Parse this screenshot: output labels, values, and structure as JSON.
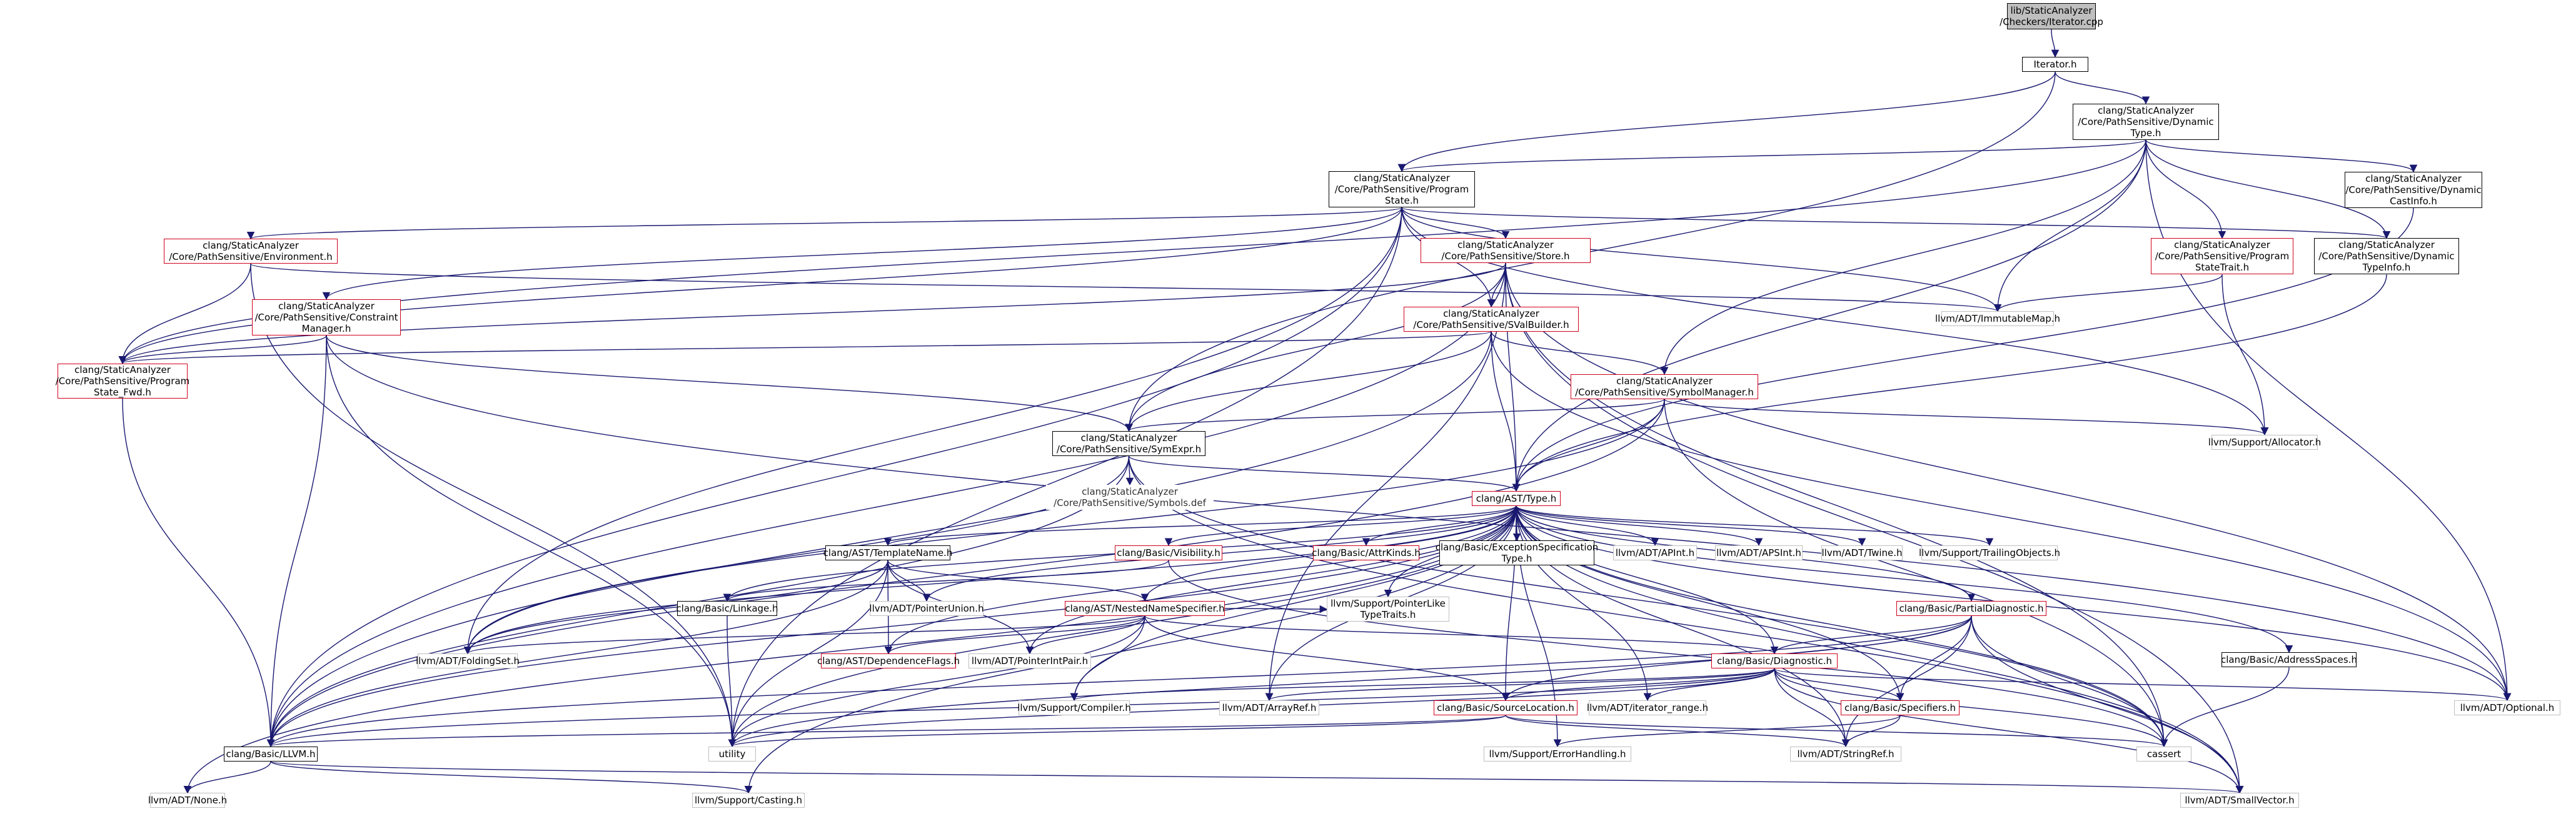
{
  "diagram": {
    "type": "include-dependency-graph",
    "colors": {
      "edge": "#191970",
      "node_border": "#000000",
      "incomplete_border": "#d0021b",
      "root_fill": "#bfbfbf",
      "plain_text": "#555555"
    },
    "nodes": [
      {
        "id": "root",
        "label": "lib/StaticAnalyzer\n/Checkers/Iterator.cpp",
        "style": "root"
      },
      {
        "id": "iterator",
        "label": "Iterator.h",
        "style": "black"
      },
      {
        "id": "dyntype",
        "label": "clang/StaticAnalyzer\n/Core/PathSensitive/Dynamic\nType.h",
        "style": "black"
      },
      {
        "id": "progstate",
        "label": "clang/StaticAnalyzer\n/Core/PathSensitive/Program\nState.h",
        "style": "black"
      },
      {
        "id": "dyncast",
        "label": "clang/StaticAnalyzer\n/Core/PathSensitive/Dynamic\nCastInfo.h",
        "style": "black"
      },
      {
        "id": "environment",
        "label": "clang/StaticAnalyzer\n/Core/PathSensitive/Environment.h",
        "style": "red"
      },
      {
        "id": "store",
        "label": "clang/StaticAnalyzer\n/Core/PathSensitive/Store.h",
        "style": "red"
      },
      {
        "id": "pstrait",
        "label": "clang/StaticAnalyzer\n/Core/PathSensitive/Program\nStateTrait.h",
        "style": "red"
      },
      {
        "id": "dyntypeinfo",
        "label": "clang/StaticAnalyzer\n/Core/PathSensitive/Dynamic\nTypeInfo.h",
        "style": "black"
      },
      {
        "id": "constraint",
        "label": "clang/StaticAnalyzer\n/Core/PathSensitive/Constraint\nManager.h",
        "style": "red"
      },
      {
        "id": "immutablemap",
        "label": "llvm/ADT/ImmutableMap.h",
        "style": "gray"
      },
      {
        "id": "svalbuilder",
        "label": "clang/StaticAnalyzer\n/Core/PathSensitive/SValBuilder.h",
        "style": "red"
      },
      {
        "id": "psfwd",
        "label": "clang/StaticAnalyzer\n/Core/PathSensitive/Program\nState_Fwd.h",
        "style": "red"
      },
      {
        "id": "symbolmgr",
        "label": "clang/StaticAnalyzer\n/Core/PathSensitive/SymbolManager.h",
        "style": "red"
      },
      {
        "id": "symexpr",
        "label": "clang/StaticAnalyzer\n/Core/PathSensitive/SymExpr.h",
        "style": "black"
      },
      {
        "id": "allocator",
        "label": "llvm/Support/Allocator.h",
        "style": "gray"
      },
      {
        "id": "symbolsdef",
        "label": "clang/StaticAnalyzer\n/Core/PathSensitive/Symbols.def",
        "style": "plain"
      },
      {
        "id": "asttype",
        "label": "clang/AST/Type.h",
        "style": "red"
      },
      {
        "id": "templatename",
        "label": "clang/AST/TemplateName.h",
        "style": "black"
      },
      {
        "id": "visibility",
        "label": "clang/Basic/Visibility.h",
        "style": "red"
      },
      {
        "id": "attrkinds",
        "label": "clang/Basic/AttrKinds.h",
        "style": "red"
      },
      {
        "id": "exspec",
        "label": "clang/Basic/ExceptionSpecification\nType.h",
        "style": "black"
      },
      {
        "id": "apint",
        "label": "llvm/ADT/APInt.h",
        "style": "gray"
      },
      {
        "id": "apsint",
        "label": "llvm/ADT/APSInt.h",
        "style": "gray"
      },
      {
        "id": "twine",
        "label": "llvm/ADT/Twine.h",
        "style": "gray"
      },
      {
        "id": "trailing",
        "label": "llvm/Support/TrailingObjects.h",
        "style": "gray"
      },
      {
        "id": "pointerunion",
        "label": "llvm/ADT/PointerUnion.h",
        "style": "gray"
      },
      {
        "id": "linkage",
        "label": "clang/Basic/Linkage.h",
        "style": "black"
      },
      {
        "id": "pointerlike",
        "label": "llvm/Support/PointerLike\nTypeTraits.h",
        "style": "gray"
      },
      {
        "id": "nns",
        "label": "clang/AST/NestedNameSpecifier.h",
        "style": "red"
      },
      {
        "id": "partialdiag",
        "label": "clang/Basic/PartialDiagnostic.h",
        "style": "red"
      },
      {
        "id": "addrspaces",
        "label": "clang/Basic/AddressSpaces.h",
        "style": "black"
      },
      {
        "id": "foldingset",
        "label": "llvm/ADT/FoldingSet.h",
        "style": "gray"
      },
      {
        "id": "depflags",
        "label": "clang/AST/DependenceFlags.h",
        "style": "red"
      },
      {
        "id": "pointerintpair",
        "label": "llvm/ADT/PointerIntPair.h",
        "style": "gray"
      },
      {
        "id": "diagnostic",
        "label": "clang/Basic/Diagnostic.h",
        "style": "red"
      },
      {
        "id": "compiler",
        "label": "llvm/Support/Compiler.h",
        "style": "gray"
      },
      {
        "id": "arrayref",
        "label": "llvm/ADT/ArrayRef.h",
        "style": "gray"
      },
      {
        "id": "iterrange",
        "label": "llvm/ADT/iterator_range.h",
        "style": "gray"
      },
      {
        "id": "optional",
        "label": "llvm/ADT/Optional.h",
        "style": "gray"
      },
      {
        "id": "sourceloc",
        "label": "clang/Basic/SourceLocation.h",
        "style": "red"
      },
      {
        "id": "specifiers",
        "label": "clang/Basic/Specifiers.h",
        "style": "red"
      },
      {
        "id": "llvmh",
        "label": "clang/Basic/LLVM.h",
        "style": "black"
      },
      {
        "id": "utility",
        "label": "utility",
        "style": "gray"
      },
      {
        "id": "cassert",
        "label": "cassert",
        "style": "gray"
      },
      {
        "id": "errorhandling",
        "label": "llvm/Support/ErrorHandling.h",
        "style": "gray"
      },
      {
        "id": "stringref",
        "label": "llvm/ADT/StringRef.h",
        "style": "gray"
      },
      {
        "id": "nonehdr",
        "label": "llvm/ADT/None.h",
        "style": "gray"
      },
      {
        "id": "casting",
        "label": "llvm/Support/Casting.h",
        "style": "gray"
      },
      {
        "id": "smallvector",
        "label": "llvm/ADT/SmallVector.h",
        "style": "gray"
      }
    ],
    "edges": [
      [
        "root",
        "iterator"
      ],
      [
        "iterator",
        "dyntype"
      ],
      [
        "iterator",
        "progstate"
      ],
      [
        "iterator",
        "symexpr"
      ],
      [
        "dyntype",
        "progstate"
      ],
      [
        "dyntype",
        "dyncast"
      ],
      [
        "dyntype",
        "pstrait"
      ],
      [
        "dyntype",
        "dyntypeinfo"
      ],
      [
        "dyntype",
        "immutablemap"
      ],
      [
        "dyntype",
        "symbolmgr"
      ],
      [
        "dyntype",
        "psfwd"
      ],
      [
        "dyntype",
        "asttype"
      ],
      [
        "dyntype",
        "optional"
      ],
      [
        "progstate",
        "environment"
      ],
      [
        "progstate",
        "store"
      ],
      [
        "progstate",
        "constraint"
      ],
      [
        "progstate",
        "psfwd"
      ],
      [
        "progstate",
        "immutablemap"
      ],
      [
        "progstate",
        "dyntypeinfo"
      ],
      [
        "progstate",
        "svalbuilder"
      ],
      [
        "progstate",
        "llvmh"
      ],
      [
        "progstate",
        "utility"
      ],
      [
        "progstate",
        "foldingset"
      ],
      [
        "progstate",
        "allocator"
      ],
      [
        "dyncast",
        "asttype"
      ],
      [
        "dyntypeinfo",
        "asttype"
      ],
      [
        "pstrait",
        "immutablemap"
      ],
      [
        "pstrait",
        "allocator"
      ],
      [
        "environment",
        "psfwd"
      ],
      [
        "environment",
        "immutablemap"
      ],
      [
        "environment",
        "utility"
      ],
      [
        "store",
        "svalbuilder"
      ],
      [
        "store",
        "symexpr"
      ],
      [
        "store",
        "psfwd"
      ],
      [
        "store",
        "asttype"
      ],
      [
        "store",
        "llvmh"
      ],
      [
        "store",
        "optional"
      ],
      [
        "store",
        "cassert"
      ],
      [
        "store",
        "arrayref"
      ],
      [
        "store",
        "smallvector"
      ],
      [
        "constraint",
        "psfwd"
      ],
      [
        "constraint",
        "symexpr"
      ],
      [
        "constraint",
        "llvmh"
      ],
      [
        "constraint",
        "utility"
      ],
      [
        "constraint",
        "optional"
      ],
      [
        "svalbuilder",
        "symbolmgr"
      ],
      [
        "svalbuilder",
        "symexpr"
      ],
      [
        "svalbuilder",
        "asttype"
      ],
      [
        "svalbuilder",
        "psfwd"
      ],
      [
        "svalbuilder",
        "llvmh"
      ],
      [
        "svalbuilder",
        "optional"
      ],
      [
        "psfwd",
        "llvmh"
      ],
      [
        "symbolmgr",
        "symexpr"
      ],
      [
        "symbolmgr",
        "asttype"
      ],
      [
        "symbolmgr",
        "allocator"
      ],
      [
        "symbolmgr",
        "foldingset"
      ],
      [
        "symbolmgr",
        "llvmh"
      ],
      [
        "symbolmgr",
        "cassert"
      ],
      [
        "symexpr",
        "symbolsdef"
      ],
      [
        "symexpr",
        "asttype"
      ],
      [
        "symexpr",
        "llvmh"
      ],
      [
        "symexpr",
        "foldingset"
      ],
      [
        "symexpr",
        "smallvector"
      ],
      [
        "symexpr",
        "cassert"
      ],
      [
        "asttype",
        "templatename"
      ],
      [
        "asttype",
        "visibility"
      ],
      [
        "asttype",
        "attrkinds"
      ],
      [
        "asttype",
        "exspec"
      ],
      [
        "asttype",
        "apint"
      ],
      [
        "asttype",
        "apsint"
      ],
      [
        "asttype",
        "twine"
      ],
      [
        "asttype",
        "trailing"
      ],
      [
        "asttype",
        "pointerunion"
      ],
      [
        "asttype",
        "linkage"
      ],
      [
        "asttype",
        "pointerlike"
      ],
      [
        "asttype",
        "nns"
      ],
      [
        "asttype",
        "partialdiag"
      ],
      [
        "asttype",
        "addrspaces"
      ],
      [
        "asttype",
        "foldingset"
      ],
      [
        "asttype",
        "depflags"
      ],
      [
        "asttype",
        "pointerintpair"
      ],
      [
        "asttype",
        "diagnostic"
      ],
      [
        "asttype",
        "compiler"
      ],
      [
        "asttype",
        "arrayref"
      ],
      [
        "asttype",
        "iterrange"
      ],
      [
        "asttype",
        "optional"
      ],
      [
        "asttype",
        "sourceloc"
      ],
      [
        "asttype",
        "specifiers"
      ],
      [
        "asttype",
        "llvmh"
      ],
      [
        "asttype",
        "utility"
      ],
      [
        "asttype",
        "cassert"
      ],
      [
        "asttype",
        "errorhandling"
      ],
      [
        "asttype",
        "stringref"
      ],
      [
        "asttype",
        "nonehdr"
      ],
      [
        "asttype",
        "casting"
      ],
      [
        "asttype",
        "smallvector"
      ],
      [
        "templatename",
        "nns"
      ],
      [
        "templatename",
        "pointerunion"
      ],
      [
        "templatename",
        "foldingset"
      ],
      [
        "templatename",
        "depflags"
      ],
      [
        "templatename",
        "pointerintpair"
      ],
      [
        "templatename",
        "llvmh"
      ],
      [
        "templatename",
        "utility"
      ],
      [
        "visibility",
        "linkage"
      ],
      [
        "visibility",
        "cassert"
      ],
      [
        "linkage",
        "utility"
      ],
      [
        "nns",
        "foldingset"
      ],
      [
        "nns",
        "depflags"
      ],
      [
        "nns",
        "pointerintpair"
      ],
      [
        "nns",
        "diagnostic"
      ],
      [
        "nns",
        "sourceloc"
      ],
      [
        "nns",
        "compiler"
      ],
      [
        "nns",
        "utility"
      ],
      [
        "nns",
        "pointerlike"
      ],
      [
        "partialdiag",
        "diagnostic"
      ],
      [
        "partialdiag",
        "sourceloc"
      ],
      [
        "partialdiag",
        "specifiers"
      ],
      [
        "partialdiag",
        "cassert"
      ],
      [
        "partialdiag",
        "stringref"
      ],
      [
        "partialdiag",
        "smallvector"
      ],
      [
        "partialdiag",
        "llvmh"
      ],
      [
        "partialdiag",
        "utility"
      ],
      [
        "addrspaces",
        "cassert"
      ],
      [
        "diagnostic",
        "sourceloc"
      ],
      [
        "diagnostic",
        "specifiers"
      ],
      [
        "diagnostic",
        "arrayref"
      ],
      [
        "diagnostic",
        "iterrange"
      ],
      [
        "diagnostic",
        "optional"
      ],
      [
        "diagnostic",
        "compiler"
      ],
      [
        "diagnostic",
        "llvmh"
      ],
      [
        "diagnostic",
        "utility"
      ],
      [
        "diagnostic",
        "cassert"
      ],
      [
        "diagnostic",
        "stringref"
      ],
      [
        "diagnostic",
        "smallvector"
      ],
      [
        "sourceloc",
        "llvmh"
      ],
      [
        "sourceloc",
        "utility"
      ],
      [
        "sourceloc",
        "cassert"
      ],
      [
        "sourceloc",
        "stringref"
      ],
      [
        "specifiers",
        "errorhandling"
      ],
      [
        "specifiers",
        "stringref"
      ],
      [
        "llvmh",
        "nonehdr"
      ],
      [
        "llvmh",
        "casting"
      ],
      [
        "llvmh",
        "smallvector"
      ]
    ]
  }
}
